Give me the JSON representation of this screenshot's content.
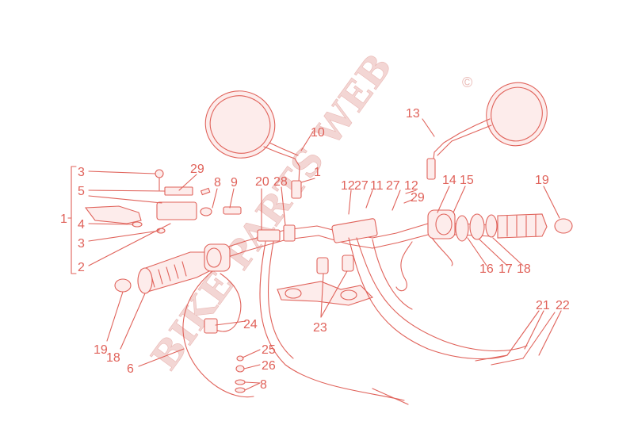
{
  "watermark": {
    "text": "BIKE PARTS WEB",
    "symbol": "©"
  },
  "colors": {
    "line": "#e0625a",
    "watermark": "#f3d6d4",
    "background": "#ffffff"
  },
  "callouts": [
    {
      "id": "c3a",
      "label": "3"
    },
    {
      "id": "c5",
      "label": "5"
    },
    {
      "id": "c1a",
      "label": "1"
    },
    {
      "id": "c4",
      "label": "4"
    },
    {
      "id": "c3b",
      "label": "3"
    },
    {
      "id": "c2",
      "label": "2"
    },
    {
      "id": "c29a",
      "label": "29"
    },
    {
      "id": "c8a",
      "label": "8"
    },
    {
      "id": "c9",
      "label": "9"
    },
    {
      "id": "c20",
      "label": "20"
    },
    {
      "id": "c28",
      "label": "28"
    },
    {
      "id": "c1b",
      "label": "1"
    },
    {
      "id": "c10",
      "label": "10"
    },
    {
      "id": "c12a",
      "label": "12"
    },
    {
      "id": "c27a",
      "label": "27"
    },
    {
      "id": "c11",
      "label": "11"
    },
    {
      "id": "c27b",
      "label": "27"
    },
    {
      "id": "c12b",
      "label": "12"
    },
    {
      "id": "c29b",
      "label": "29"
    },
    {
      "id": "c13",
      "label": "13"
    },
    {
      "id": "c14",
      "label": "14"
    },
    {
      "id": "c15",
      "label": "15"
    },
    {
      "id": "c19a",
      "label": "19"
    },
    {
      "id": "c16",
      "label": "16"
    },
    {
      "id": "c17",
      "label": "17"
    },
    {
      "id": "c18a",
      "label": "18"
    },
    {
      "id": "c23",
      "label": "23"
    },
    {
      "id": "c24",
      "label": "24"
    },
    {
      "id": "c19b",
      "label": "19"
    },
    {
      "id": "c18b",
      "label": "18"
    },
    {
      "id": "c6",
      "label": "6"
    },
    {
      "id": "c25",
      "label": "25"
    },
    {
      "id": "c26",
      "label": "26"
    },
    {
      "id": "c8b",
      "label": "8"
    },
    {
      "id": "c21",
      "label": "21"
    },
    {
      "id": "c22",
      "label": "22"
    }
  ]
}
